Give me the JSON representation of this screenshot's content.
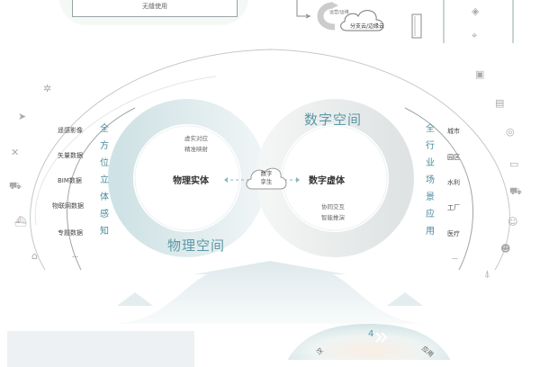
{
  "top": {
    "box_label": "无缝使用",
    "cloud_left_label": "运营/运维",
    "cloud_right_label": "分支云/边缘云"
  },
  "left": {
    "vertical_title": [
      "全",
      "方",
      "位",
      "立",
      "体",
      "感",
      "知"
    ],
    "data_items": [
      "遥感影像",
      "矢量数据",
      "BIM数据",
      "物联网数据",
      "专题数据",
      "…"
    ],
    "icons": [
      "satellite-icon",
      "drone-icon",
      "quadcopter-icon",
      "car-icon",
      "ship-icon",
      "sensor-icon",
      "network-icon"
    ]
  },
  "right": {
    "vertical_title": [
      "全",
      "行",
      "业",
      "场",
      "景",
      "应",
      "用"
    ],
    "industries": [
      "城市",
      "园区",
      "水利",
      "工厂",
      "医疗",
      "…"
    ],
    "icons": [
      "camera-icon",
      "monitor-icon",
      "cabinet-icon",
      "alarm-icon",
      "screen-icon",
      "vehicle-icon",
      "person-icon",
      "worker-icon",
      "antenna-icon"
    ]
  },
  "center": {
    "physical_space": "物理空间",
    "digital_space": "数字空间",
    "physical_entity": "物理实体",
    "digital_entity": "数字虚体",
    "physical_notes": [
      "虚实对应",
      "精准映射"
    ],
    "digital_notes": [
      "协同交互",
      "智能推演"
    ],
    "twin_cloud": [
      "数字",
      "孪生"
    ]
  },
  "bottom": {
    "step_number": "4",
    "left_arc_label": "汉",
    "right_arc_label": "应用"
  },
  "colors": {
    "teal": "#5a98a6",
    "ring_light": "#dbe8ea",
    "ring_gray": "#e9ecec",
    "line": "#9aa7aa"
  }
}
